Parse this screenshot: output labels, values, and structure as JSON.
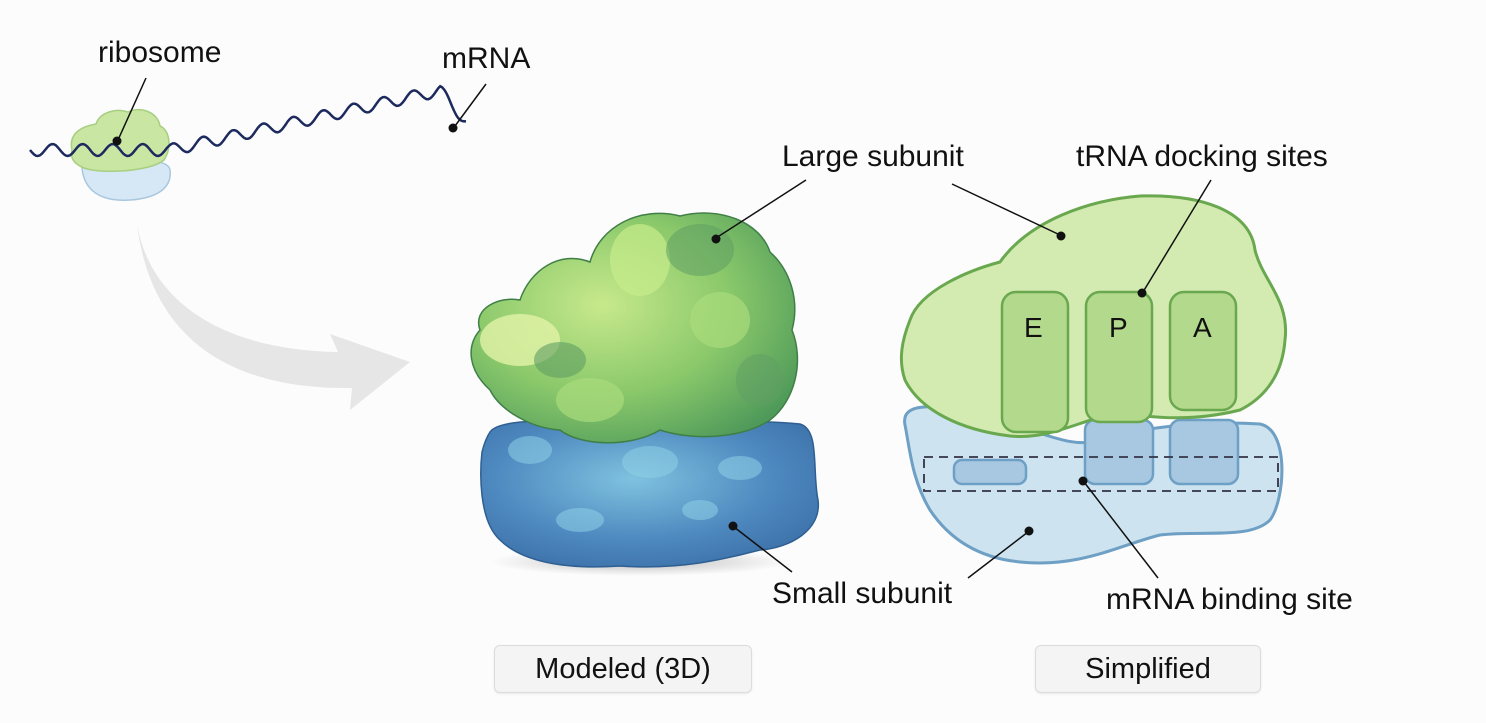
{
  "overview": {
    "ribosome_label": "ribosome",
    "mrna_label": "mRNA"
  },
  "modeled": {
    "large_subunit_label": "Large subunit",
    "small_subunit_label": "Small subunit",
    "caption": "Modeled (3D)"
  },
  "simplified": {
    "trna_label": "tRNA docking sites",
    "mrna_binding_label": "mRNA binding site",
    "sites": [
      "E",
      "P",
      "A"
    ],
    "caption": "Simplified"
  },
  "colors": {
    "large_subunit": "#c9e6a3",
    "large_subunit_stroke": "#6aa84f",
    "small_subunit": "#cde3f0",
    "small_subunit_stroke": "#6e9fc4",
    "mrna": "#1c2a5e",
    "arrow": "#e6e6e6"
  }
}
